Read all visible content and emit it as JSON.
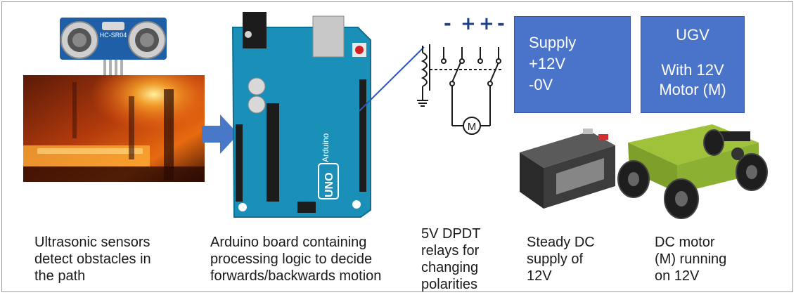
{
  "captions": {
    "sensors": "Ultrasonic sensors\ndetect obstacles in\nthe path",
    "arduino": "Arduino board containing\nprocessing logic to decide\nforwards/backwards motion",
    "relay": "5V DPDT\nrelays for\nchanging\npolarities",
    "supply": "Steady DC\nsupply of\n12V",
    "motor": "DC motor\n(M) running\non 12V"
  },
  "supply_box": {
    "line1": "Supply",
    "line2": "+12V",
    "line3": "-0V"
  },
  "ugv_box": {
    "line1": "UGV",
    "line2": "With 12V",
    "line3": "Motor (M)"
  },
  "polarity_marks": [
    "-",
    "+",
    "+",
    "-"
  ],
  "sensor_label": "HC-SR04",
  "arduino_label": "Arduino",
  "uno_label": "UNO",
  "motor_symbol": "M",
  "colors": {
    "box_blue": "#4a74c9",
    "arrow_blue": "#4a78c8",
    "board_teal": "#1a8fb8"
  }
}
